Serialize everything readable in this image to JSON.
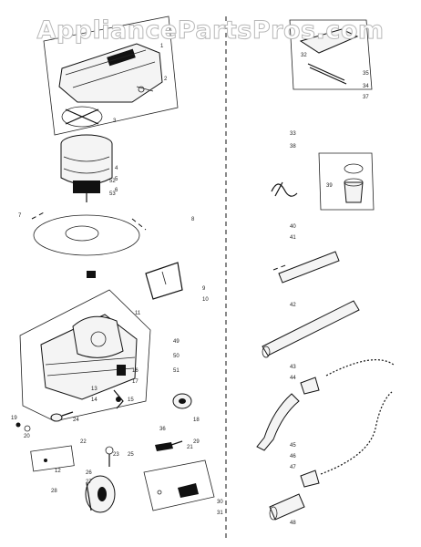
{
  "watermark": "AppliancePartsPros.com",
  "labels": {
    "l1": "1",
    "l2": "2",
    "l3": "3",
    "l4": "4",
    "l5": "5",
    "l6": "6",
    "l7": "7",
    "l8": "8",
    "l9": "9",
    "l10": "10",
    "l11": "11",
    "l12": "12",
    "l13": "13",
    "l14": "14",
    "l15": "15",
    "l16": "16",
    "l17": "17",
    "l18": "18",
    "l19": "19",
    "l20": "20",
    "l21": "21",
    "l22": "22",
    "l23": "23",
    "l24": "24",
    "l25": "25",
    "l26": "26",
    "l27": "27",
    "l28": "28",
    "l29": "29",
    "l30": "30",
    "l31": "31",
    "l32": "32",
    "l33": "33",
    "l34": "34",
    "l35": "35",
    "l36": "36",
    "l37": "37",
    "l38": "38",
    "l39": "39",
    "l40": "40",
    "l41": "41",
    "l42": "42",
    "l43": "43",
    "l44": "44",
    "l45": "45",
    "l46": "46",
    "l47": "47",
    "l48": "48",
    "l49": "49",
    "l50": "50",
    "l51": "51",
    "l52": "52",
    "l53": "53"
  }
}
